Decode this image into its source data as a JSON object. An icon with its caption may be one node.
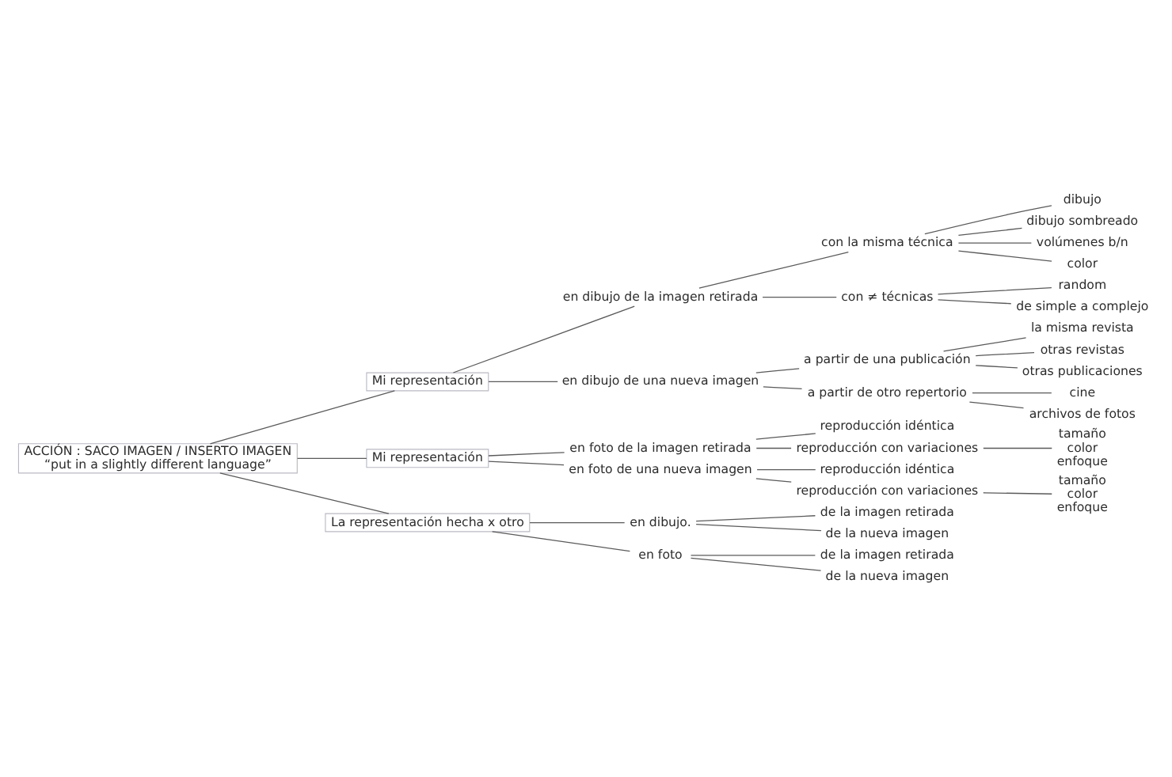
{
  "diagram": {
    "nodes": [
      {
        "text": [
          "ACCIÓN : SACO IMAGEN / INSERTO IMAGEN",
          "“put in a slightly different language”"
        ]
      },
      {
        "text": [
          "Mi representación"
        ]
      },
      {
        "text": [
          "en dibujo de la imagen retirada"
        ]
      },
      {
        "text": [
          "con la misma técnica"
        ]
      },
      {
        "text": [
          "dibujo"
        ]
      },
      {
        "text": [
          "dibujo sombreado"
        ]
      },
      {
        "text": [
          "volúmenes b/n"
        ]
      },
      {
        "text": [
          "color"
        ]
      },
      {
        "text": [
          "con ≠ técnicas"
        ]
      },
      {
        "text": [
          "random"
        ]
      },
      {
        "text": [
          "de simple a complejo"
        ]
      },
      {
        "text": [
          "en dibujo de una nueva imagen"
        ]
      },
      {
        "text": [
          "a partir de una publicación"
        ]
      },
      {
        "text": [
          "la misma revista"
        ]
      },
      {
        "text": [
          "otras revistas"
        ]
      },
      {
        "text": [
          "otras publicaciones"
        ]
      },
      {
        "text": [
          "a partir de otro repertorio"
        ]
      },
      {
        "text": [
          "cine"
        ]
      },
      {
        "text": [
          "archivos de fotos"
        ]
      },
      {
        "text": [
          "Mi representación"
        ]
      },
      {
        "text": [
          "en foto de la imagen retirada"
        ]
      },
      {
        "text": [
          "reproducción idéntica"
        ]
      },
      {
        "text": [
          "reproducción con variaciones"
        ]
      },
      {
        "text": [
          "tamaño",
          "color",
          "enfoque"
        ]
      },
      {
        "text": [
          "en foto de una nueva imagen"
        ]
      },
      {
        "text": [
          "reproducción idéntica"
        ]
      },
      {
        "text": [
          "reproducción con variaciones"
        ]
      },
      {
        "text": [
          "tamaño",
          "color",
          "enfoque"
        ]
      },
      {
        "text": [
          "La representación hecha x otro"
        ]
      },
      {
        "text": [
          "en dibujo."
        ]
      },
      {
        "text": [
          "de la imagen retirada"
        ]
      },
      {
        "text": [
          "de la nueva imagen"
        ]
      },
      {
        "text": [
          "en foto"
        ]
      },
      {
        "text": [
          "de la imagen retirada"
        ]
      },
      {
        "text": [
          "de la nueva imagen"
        ]
      }
    ],
    "edges": [
      {
        "from": 0,
        "to": 1,
        "arrow": "none"
      },
      {
        "from": 1,
        "to": 2,
        "arrow": "none"
      },
      {
        "from": 2,
        "to": 3,
        "arrow": "none"
      },
      {
        "from": 3,
        "to": 4,
        "arrow": "none"
      },
      {
        "from": 3,
        "to": 5,
        "arrow": "none"
      },
      {
        "from": 3,
        "to": 6,
        "arrow": "none"
      },
      {
        "from": 3,
        "to": 7,
        "arrow": "none"
      },
      {
        "from": 2,
        "to": 8,
        "arrow": "none"
      },
      {
        "from": 8,
        "to": 9,
        "arrow": "none"
      },
      {
        "from": 8,
        "to": 10,
        "arrow": "none"
      },
      {
        "from": 1,
        "to": 11,
        "arrow": "none"
      },
      {
        "from": 11,
        "to": 12,
        "arrow": "none"
      },
      {
        "from": 12,
        "to": 13,
        "arrow": "none"
      },
      {
        "from": 12,
        "to": 14,
        "arrow": "none"
      },
      {
        "from": 12,
        "to": 15,
        "arrow": "none"
      },
      {
        "from": 11,
        "to": 16,
        "arrow": "none"
      },
      {
        "from": 16,
        "to": 17,
        "arrow": "none"
      },
      {
        "from": 16,
        "to": 18,
        "arrow": "none"
      },
      {
        "from": 0,
        "to": 19,
        "arrow": "none"
      },
      {
        "from": 19,
        "to": 20,
        "arrow": "none"
      },
      {
        "from": 20,
        "to": 21,
        "arrow": "none"
      },
      {
        "from": 20,
        "to": 22,
        "arrow": "none"
      },
      {
        "from": 22,
        "to": 23,
        "arrow": "none"
      },
      {
        "from": 19,
        "to": 24,
        "arrow": "none"
      },
      {
        "from": 24,
        "to": 25,
        "arrow": "none"
      },
      {
        "from": 24,
        "to": 26,
        "arrow": "none"
      },
      {
        "from": 26,
        "to": 27,
        "arrow": "none"
      },
      {
        "from": 0,
        "to": 28,
        "arrow": "none"
      },
      {
        "from": 28,
        "to": 29,
        "arrow": "none"
      },
      {
        "from": 29,
        "to": 30,
        "arrow": "none"
      },
      {
        "from": 29,
        "to": 31,
        "arrow": "none"
      },
      {
        "from": 28,
        "to": 32,
        "arrow": "none"
      },
      {
        "from": 32,
        "to": 33,
        "arrow": "none"
      },
      {
        "from": 32,
        "to": 34,
        "arrow": "none"
      }
    ]
  }
}
